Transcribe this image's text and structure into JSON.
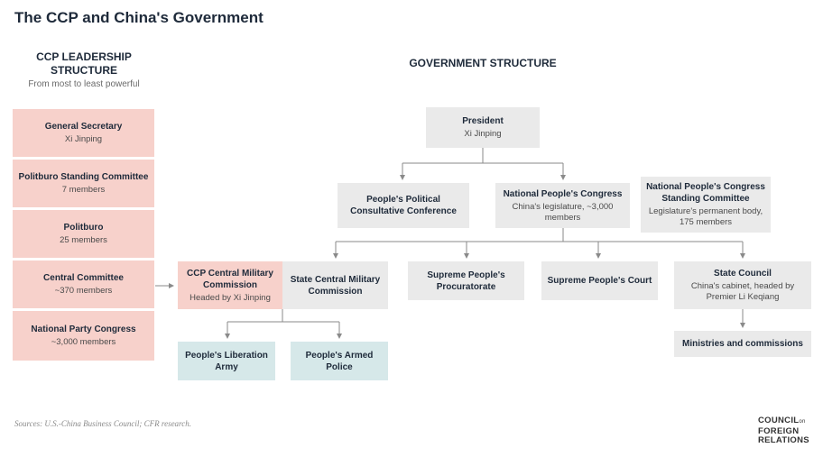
{
  "title": "The CCP and China's Government",
  "ccp": {
    "heading_line1": "CCP LEADERSHIP",
    "heading_line2": "STRUCTURE",
    "subheading": "From most to least powerful",
    "boxes": [
      {
        "title": "General Secretary",
        "sub": "Xi Jinping"
      },
      {
        "title": "Politburo Standing Committee",
        "sub": "7 members"
      },
      {
        "title": "Politburo",
        "sub": "25 members"
      },
      {
        "title": "Central Committee",
        "sub": "~370 members"
      },
      {
        "title": "National Party Congress",
        "sub": "~3,000 members"
      }
    ]
  },
  "gov": {
    "heading": "GOVERNMENT STRUCTURE",
    "president": {
      "title": "President",
      "sub": "Xi Jinping"
    },
    "cppcc": {
      "title": "People's Political Consultative Conference"
    },
    "npc": {
      "title": "National People's Congress",
      "sub": "China's legislature, ~3,000 members"
    },
    "npcsc": {
      "title": "National People's Congress Standing Committee",
      "sub": "Legislature's permanent body, 175 members"
    },
    "ccp_cmc": {
      "title": "CCP Central Military Commission",
      "sub": "Headed by Xi Jinping"
    },
    "state_cmc": {
      "title": "State Central Military Commission"
    },
    "procuratorate": {
      "title": "Supreme People's Procuratorate"
    },
    "court": {
      "title": "Supreme People's Court"
    },
    "state_council": {
      "title": "State Council",
      "sub": "China's cabinet, headed by Premier Li Keqiang"
    },
    "ministries": {
      "title": "Ministries and commissions"
    },
    "pla": {
      "title": "People's Liberation Army"
    },
    "pap": {
      "title": "People's Armed Police"
    }
  },
  "sources": "Sources: U.S.-China Business Council; CFR research.",
  "logo": {
    "line1": "COUNCIL",
    "on": "on",
    "line2": "FOREIGN",
    "line3": "RELATIONS"
  },
  "colors": {
    "ccp": "#f7d1cb",
    "gov": "#eaeaea",
    "military": "#d6e8e9",
    "connector": "#8a8a8a"
  }
}
